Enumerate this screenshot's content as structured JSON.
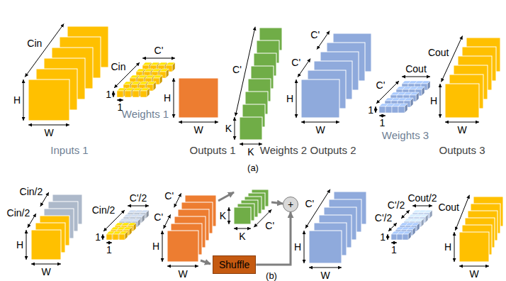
{
  "diagram": {
    "caption": "(a)",
    "nodes": [
      {
        "text": [
          "Shuffle"
        ]
      },
      {
        "text": [
          "+"
        ]
      }
    ],
    "edges": [
      {
        "from": 0,
        "to": 1,
        "arrow": "to"
      }
    ],
    "labels": [
      "Cin",
      "H",
      "W",
      "Inputs 1",
      "Cin",
      "C'",
      "1",
      "1",
      "Weights 1",
      "H",
      "W",
      "Outputs 1",
      "C'",
      "K",
      "K",
      "Weights 2",
      "C'",
      "C'",
      "H",
      "W",
      "Outputs 2",
      "C'",
      "Cout",
      "1",
      "1",
      "Weights 3",
      "Cout",
      "H",
      "W",
      "Outputs 3",
      "(a)",
      "Cin/2",
      "Cin/2",
      "H",
      "W",
      "Cin/2",
      "C'/2",
      "1",
      "1",
      "C'",
      "C'",
      "H",
      "W",
      "C'",
      "K",
      "K",
      "C'",
      "H",
      "W",
      "C'/2",
      "C'/2",
      "Cout/2",
      "1",
      "1",
      "Cout",
      "H",
      "W",
      "(b)"
    ]
  }
}
